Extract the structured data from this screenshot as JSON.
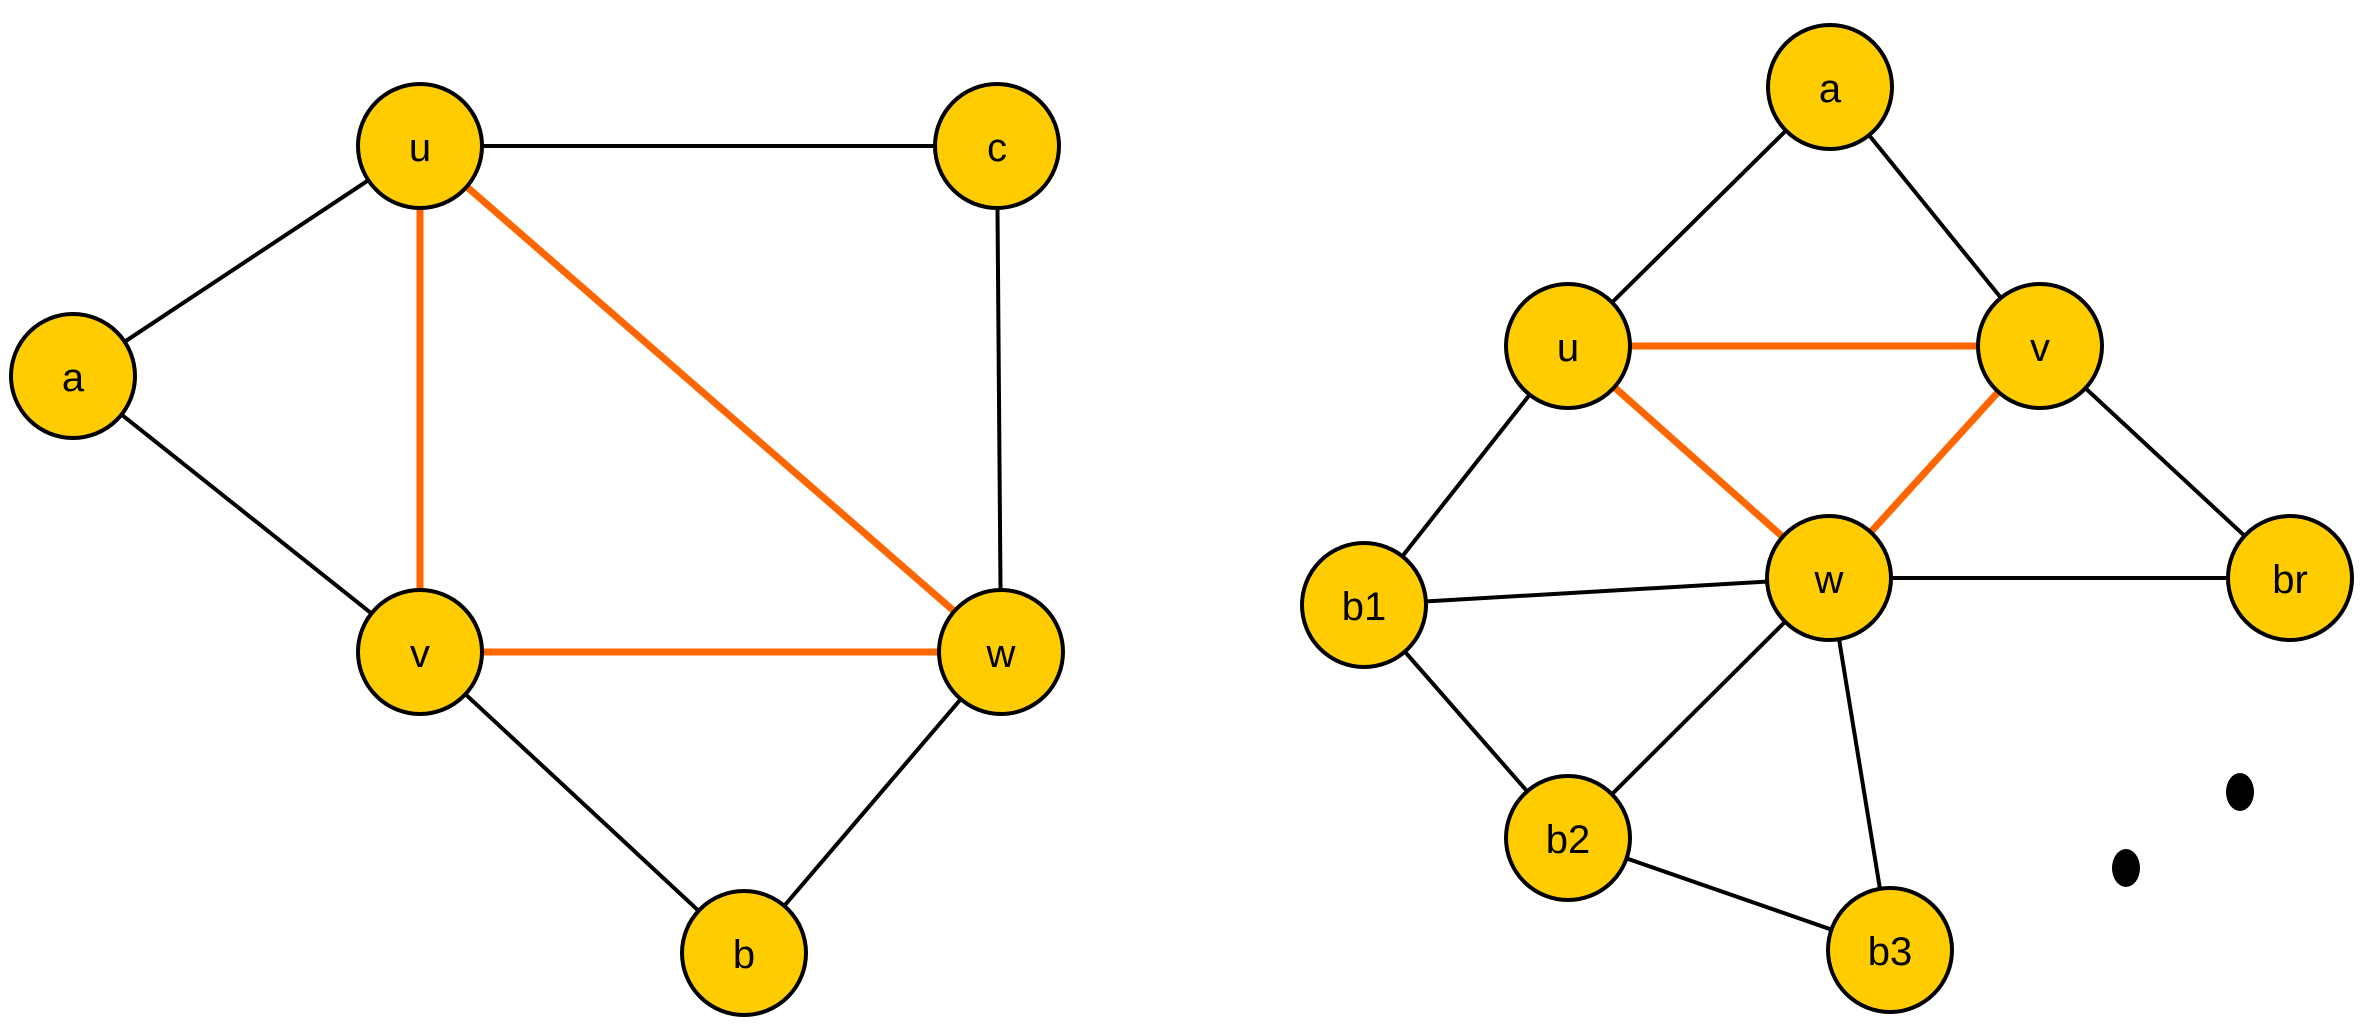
{
  "colors": {
    "node_fill": "#FFCC00",
    "node_stroke": "#000000",
    "edge_plain": "#000000",
    "edge_highlight": "#FF6600",
    "background": "#FFFFFF"
  },
  "graphs": [
    {
      "id": "left",
      "nodes": [
        {
          "id": "u",
          "label": "u"
        },
        {
          "id": "c",
          "label": "c"
        },
        {
          "id": "a",
          "label": "a"
        },
        {
          "id": "v",
          "label": "v"
        },
        {
          "id": "w",
          "label": "w"
        },
        {
          "id": "b",
          "label": "b"
        }
      ],
      "edges": [
        {
          "from": "u",
          "to": "c",
          "highlighted": false
        },
        {
          "from": "u",
          "to": "a",
          "highlighted": false
        },
        {
          "from": "a",
          "to": "v",
          "highlighted": false
        },
        {
          "from": "c",
          "to": "w",
          "highlighted": false
        },
        {
          "from": "v",
          "to": "b",
          "highlighted": false
        },
        {
          "from": "w",
          "to": "b",
          "highlighted": false
        },
        {
          "from": "u",
          "to": "v",
          "highlighted": true
        },
        {
          "from": "u",
          "to": "w",
          "highlighted": true
        },
        {
          "from": "v",
          "to": "w",
          "highlighted": true
        }
      ]
    },
    {
      "id": "right",
      "nodes": [
        {
          "id": "a",
          "label": "a"
        },
        {
          "id": "u",
          "label": "u"
        },
        {
          "id": "v",
          "label": "v"
        },
        {
          "id": "b1",
          "label": "b1"
        },
        {
          "id": "w",
          "label": "w"
        },
        {
          "id": "br",
          "label": "br"
        },
        {
          "id": "b2",
          "label": "b2"
        },
        {
          "id": "b3",
          "label": "b3"
        }
      ],
      "edges": [
        {
          "from": "a",
          "to": "u",
          "highlighted": false
        },
        {
          "from": "a",
          "to": "v",
          "highlighted": false
        },
        {
          "from": "u",
          "to": "b1",
          "highlighted": false
        },
        {
          "from": "v",
          "to": "br",
          "highlighted": false
        },
        {
          "from": "b1",
          "to": "w",
          "highlighted": false
        },
        {
          "from": "w",
          "to": "br",
          "highlighted": false
        },
        {
          "from": "b1",
          "to": "b2",
          "highlighted": false
        },
        {
          "from": "w",
          "to": "b2",
          "highlighted": false
        },
        {
          "from": "w",
          "to": "b3",
          "highlighted": false
        },
        {
          "from": "b2",
          "to": "b3",
          "highlighted": false
        },
        {
          "from": "u",
          "to": "v",
          "highlighted": true
        },
        {
          "from": "u",
          "to": "w",
          "highlighted": true
        },
        {
          "from": "v",
          "to": "w",
          "highlighted": true
        }
      ],
      "continuation_dots": 2
    }
  ]
}
